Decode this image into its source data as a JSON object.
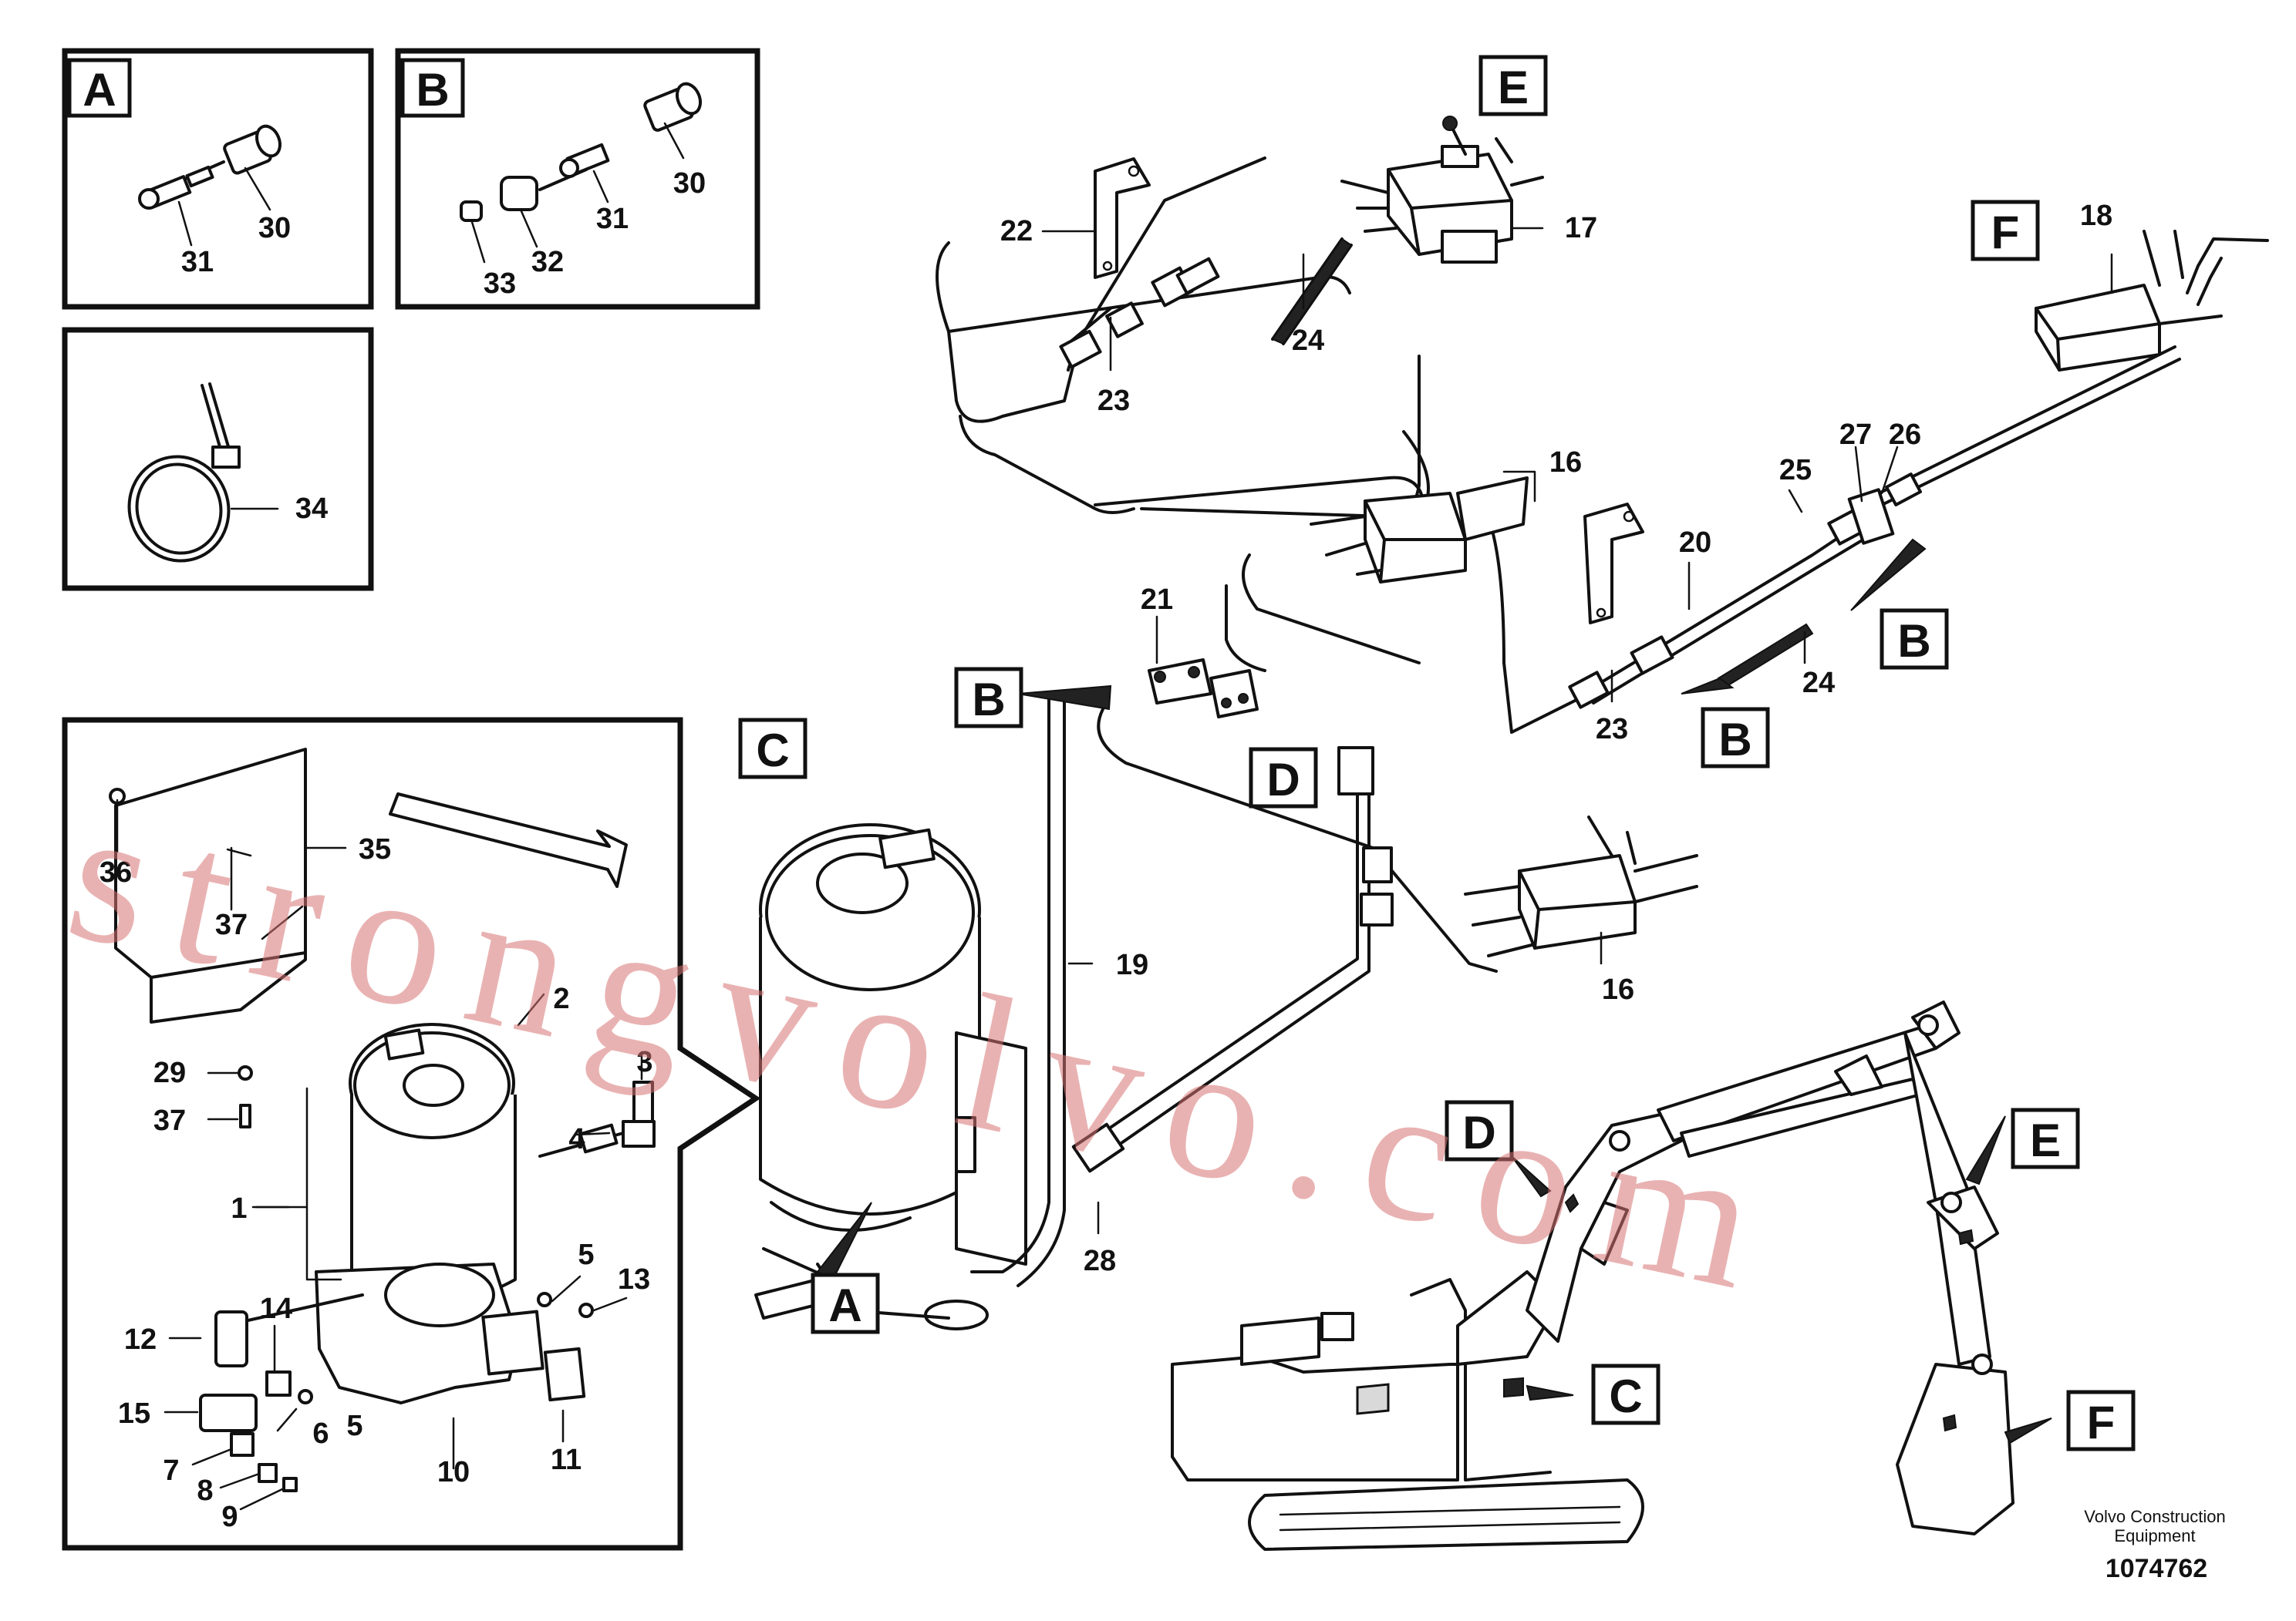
{
  "diagram": {
    "detail_tags": [
      "A",
      "B",
      "C",
      "D",
      "E",
      "F"
    ],
    "callouts": {
      "n1": "1",
      "n2": "2",
      "n3": "3",
      "n4": "4",
      "n5": "5",
      "n6": "6",
      "n7": "7",
      "n8": "8",
      "n9": "9",
      "n10": "10",
      "n11": "11",
      "n12": "12",
      "n13": "13",
      "n14": "14",
      "n15": "15",
      "n16": "16",
      "n17": "17",
      "n18": "18",
      "n19": "19",
      "n20": "20",
      "n21": "21",
      "n22": "22",
      "n23": "23",
      "n24": "24",
      "n25": "25",
      "n26": "26",
      "n27": "27",
      "n28": "28",
      "n29": "29",
      "n30": "30",
      "n31": "31",
      "n32": "32",
      "n33": "33",
      "n34": "34",
      "n35": "35",
      "n36": "36",
      "n37": "37"
    },
    "caption_line1": "Volvo Construction",
    "caption_line2": "Equipment",
    "document_number": "1074762",
    "watermark": "strongvolvo.com",
    "watermark_color": "#d77272"
  }
}
